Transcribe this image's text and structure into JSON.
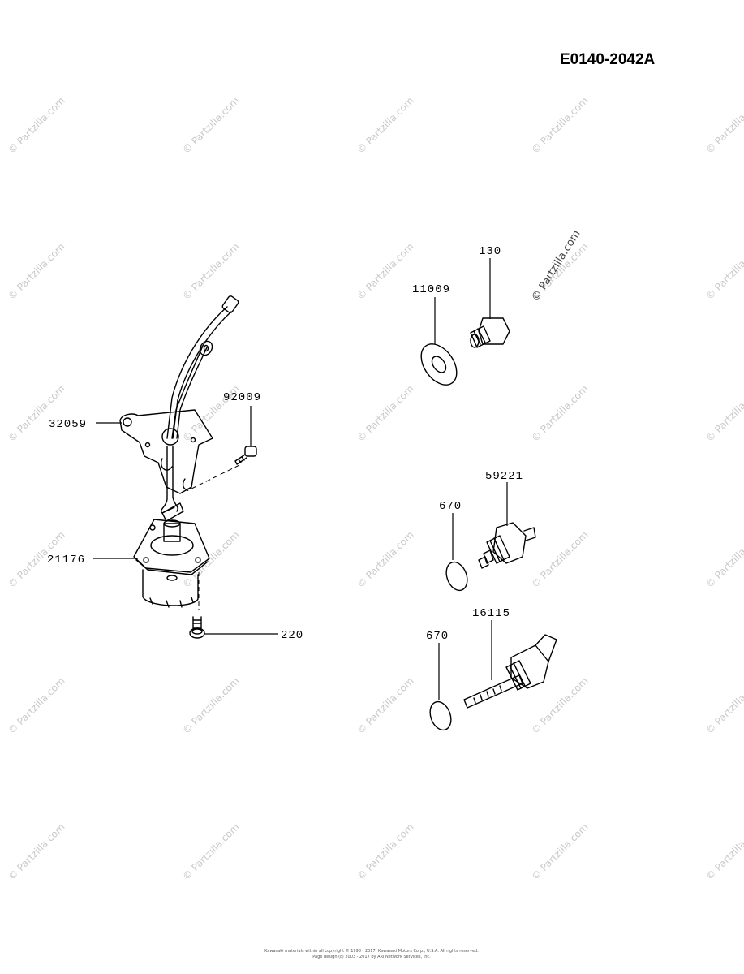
{
  "diagram_code": "E0140-2042A",
  "watermark_text": "© Partzilla.com",
  "part_labels": {
    "p130": "130",
    "p11009": "11009",
    "p92009": "92009",
    "p32059": "32059",
    "p59221": "59221",
    "p670a": "670",
    "p21176": "21176",
    "p220": "220",
    "p16115": "16115",
    "p670b": "670"
  },
  "footer": {
    "line1": "Kawasaki materials within all copyright © 1998 - 2017, Kawasaki Motors Corp., U.S.A. All rights reserved.",
    "line2": "Page design (c) 2003 - 2017 by ARI Network Services, Inc."
  }
}
